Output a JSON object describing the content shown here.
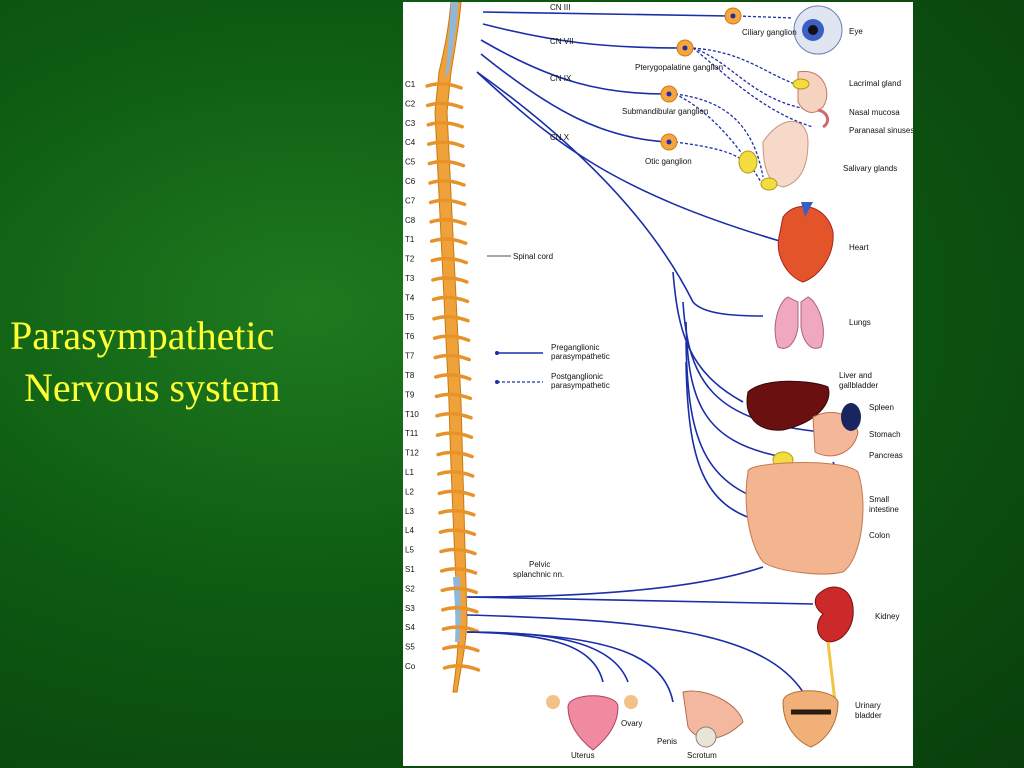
{
  "slide": {
    "title_line1": "Parasympathetic",
    "title_line2": "Nervous system"
  },
  "figure": {
    "vertebrae": [
      "C1",
      "C2",
      "C3",
      "C4",
      "C5",
      "C6",
      "C7",
      "C8",
      "T1",
      "T2",
      "T3",
      "T4",
      "T5",
      "T6",
      "T7",
      "T8",
      "T9",
      "T10",
      "T11",
      "T12",
      "L1",
      "L2",
      "L3",
      "L4",
      "L5",
      "S1",
      "S2",
      "S3",
      "S4",
      "S5",
      "Co"
    ],
    "nerves": {
      "cn3": "CN III",
      "cn7": "CN VII",
      "cn9": "CN IX",
      "cn10": "CN X"
    },
    "ganglia": {
      "ciliary": "Ciliary ganglion",
      "pterygopalatine": "Pterygopalatine ganglion",
      "submandibular": "Submandibular ganglion",
      "otic": "Otic ganglion"
    },
    "spinal_cord": "Spinal cord",
    "legend": {
      "pre_1": "Preganglionic",
      "pre_2": "parasympathetic",
      "post_1": "Postganglionic",
      "post_2": "parasympathetic"
    },
    "pelvic_1": "Pelvic",
    "pelvic_2": "splanchnic nn.",
    "organs": {
      "eye": "Eye",
      "lacrimal": "Lacrimal gland",
      "nasal": "Nasal mucosa",
      "paranasal": "Paranasal sinuses",
      "salivary": "Salivary glands",
      "heart": "Heart",
      "lungs": "Lungs",
      "liver_1": "Liver and",
      "liver_2": "gallbladder",
      "spleen": "Spleen",
      "stomach": "Stomach",
      "pancreas": "Pancreas",
      "intestine_1": "Small",
      "intestine_2": "intestine",
      "colon": "Colon",
      "kidney": "Kidney",
      "bladder_1": "Urinary",
      "bladder_2": "bladder",
      "uterus": "Uterus",
      "ovary": "Ovary",
      "penis": "Penis",
      "scrotum": "Scrotum"
    }
  }
}
